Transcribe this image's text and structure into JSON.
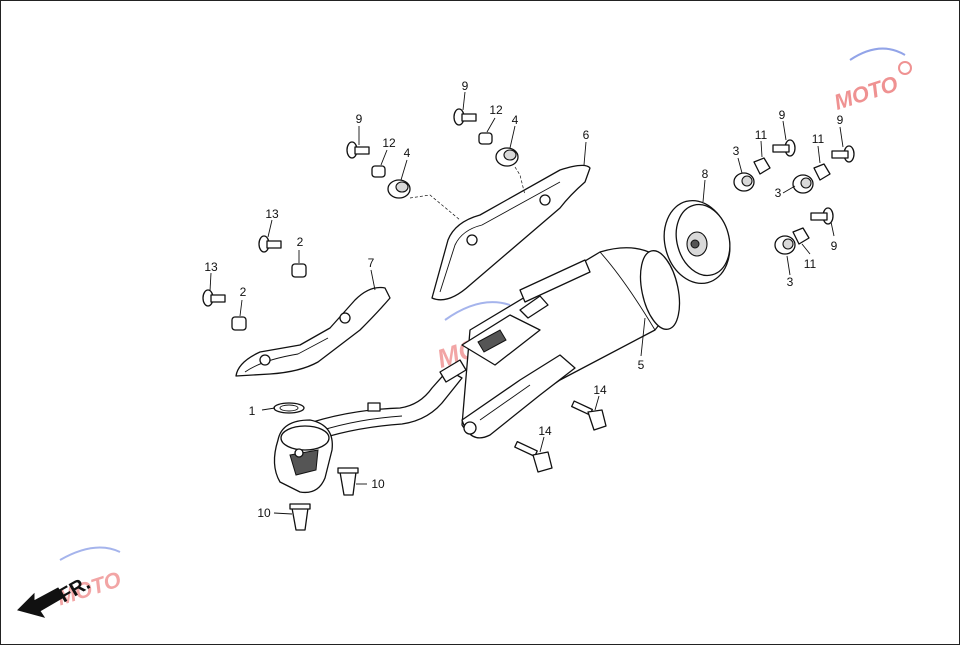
{
  "diagram": {
    "part_numbers": {
      "p1": "1",
      "p2a": "2",
      "p2b": "2",
      "p3a": "3",
      "p3b": "3",
      "p3c": "3",
      "p4a": "4",
      "p4b": "4",
      "p5": "5",
      "p6": "6",
      "p7": "7",
      "p8": "8",
      "p9a": "9",
      "p9b": "9",
      "p9c": "9",
      "p9d": "9",
      "p9e": "9",
      "p10a": "10",
      "p10b": "10",
      "p11a": "11",
      "p11b": "11",
      "p11c": "11",
      "p12a": "12",
      "p12b": "12",
      "p13a": "13",
      "p13b": "13",
      "p14a": "14",
      "p14b": "14"
    },
    "front_marker": "FR.",
    "watermark": "MOTO",
    "colors": {
      "line": "#111111",
      "background": "#ffffff",
      "watermark_red": "#e33a3a",
      "watermark_blue": "#3a5ad6"
    }
  }
}
